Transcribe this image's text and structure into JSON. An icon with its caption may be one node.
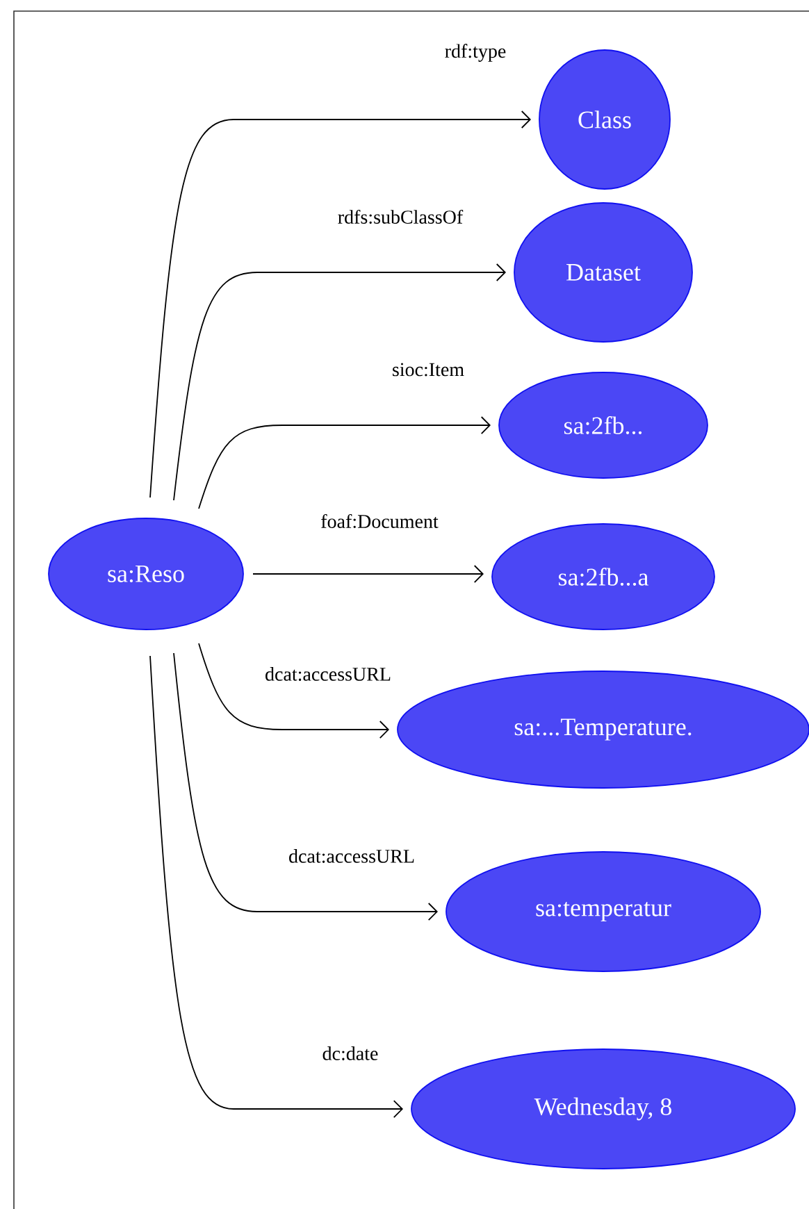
{
  "diagram": {
    "nodes": [
      {
        "text": [
          "sa:Reso"
        ]
      },
      {
        "text": [
          "Class"
        ]
      },
      {
        "text": [
          "Dataset"
        ]
      },
      {
        "text": [
          "sa:2fb..."
        ]
      },
      {
        "text": [
          "sa:2fb...a"
        ]
      },
      {
        "text": [
          "sa:...Temperature."
        ]
      },
      {
        "text": [
          "sa:temperatur"
        ]
      },
      {
        "text": [
          "Wednesday, 8"
        ]
      }
    ],
    "edges": [
      {
        "from": 0,
        "to": 1,
        "arrow": "to",
        "label": "rdf:type"
      },
      {
        "from": 0,
        "to": 2,
        "arrow": "to",
        "label": "rdfs:subClassOf"
      },
      {
        "from": 0,
        "to": 3,
        "arrow": "to",
        "label": "sioc:Item"
      },
      {
        "from": 0,
        "to": 4,
        "arrow": "to",
        "label": "foaf:Document"
      },
      {
        "from": 0,
        "to": 5,
        "arrow": "to",
        "label": "dcat:accessURL"
      },
      {
        "from": 0,
        "to": 6,
        "arrow": "to",
        "label": "dcat:accessURL"
      },
      {
        "from": 0,
        "to": 7,
        "arrow": "to",
        "label": "dc:date"
      }
    ]
  }
}
